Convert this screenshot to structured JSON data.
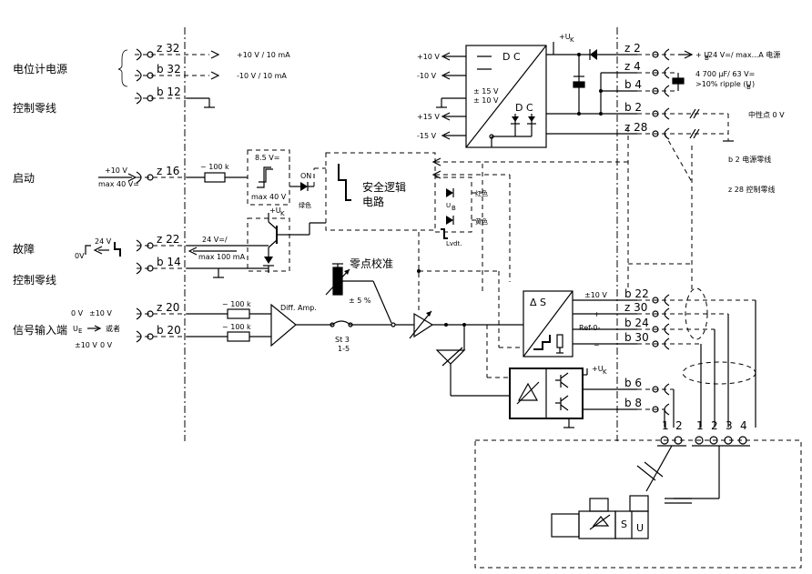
{
  "side_labels": {
    "pot_supply": "电位计电源",
    "ctrl_zero_1": "控制零线",
    "start": "启动",
    "fault": "故障",
    "ctrl_zero_2": "控制零线",
    "signal_input": "信号输入端"
  },
  "pins_left": {
    "z32": "z 32",
    "b32": "b 32",
    "b12": "b 12",
    "z16": "z 16",
    "z22": "z 22",
    "b14": "b 14",
    "z20": "z 20",
    "b20": "b 20"
  },
  "pins_right": {
    "z2": "z  2",
    "z4": "z  4",
    "b4": "b  4",
    "b2": "b  2",
    "z28": "z 28",
    "b22": "b 22",
    "z30": "z 30",
    "b24": "b 24",
    "b30": "b 30",
    "b6": "b  6",
    "b8": "b  8"
  },
  "texts": {
    "plus10_10mA": "+10 V / 10 mA",
    "minus10_10mA": "-10 V / 10 mA",
    "start_plus10": "+10 V",
    "start_max40": "max 40 V=",
    "res_100k": "~ 100 k",
    "v85": "8.5 V=",
    "max40": "max 40 V",
    "on": "ON",
    "green": "绿色",
    "uk_top": "+U",
    "uk_sub": "K",
    "fault_v": "24 V",
    "fault_0v": "0V",
    "fault_24": "24 V=/",
    "fault_100mA": "max 100 mA",
    "safety1": "安全逻辑",
    "safety2": "电路",
    "red": "红色",
    "yellow": "黄色",
    "ub": "U",
    "ub_sub": "B",
    "lvdt": "Lvdt.",
    "zero_cal": "零点校准",
    "pm5": "± 5 %",
    "in_0v": "0 V",
    "in_pm10": "±10 V",
    "ue": "U",
    "ue_sub": "E",
    "or": "或者",
    "in_pm10b": "±10 V",
    "in_0vb": "0 V",
    "res_100k_a": "~ 100 k",
    "res_100k_b": "~ 100 k",
    "diff_amp": "Diff. Amp.",
    "st3": "St 3",
    "st3b": "1-5",
    "dc_top": "D C",
    "dc_bot": "D C",
    "pm15": "± 15 V",
    "pm10": "± 10 V",
    "p10v": "+10 V",
    "m10v": "-10 V",
    "p15v": "+15 V",
    "m15v": "-15 V",
    "ub_supply": "+ U",
    "ub_supply2": "B",
    "ub_supply3": " 24 V=/ max...A 电源",
    "cap1": "4 700 μF/ 63 V=",
    "cap2": ">10% ripple (U",
    "cap3": "B",
    "cap4": ")",
    "neutral": "中性点 0 V",
    "b2_power_zero": "b 2 电源零线",
    "z28_ctrl_zero": "z 28 控制零线",
    "s_label": "Δ S",
    "pm10_lvdt": "±10 V",
    "plus": "+",
    "ref0": "Ref-0-",
    "minus": "~",
    "n1": "1",
    "n2": "2",
    "n3": "1",
    "n4": "2",
    "n5": "3",
    "n6": "4",
    "su_s": "S",
    "su_u": "U"
  }
}
